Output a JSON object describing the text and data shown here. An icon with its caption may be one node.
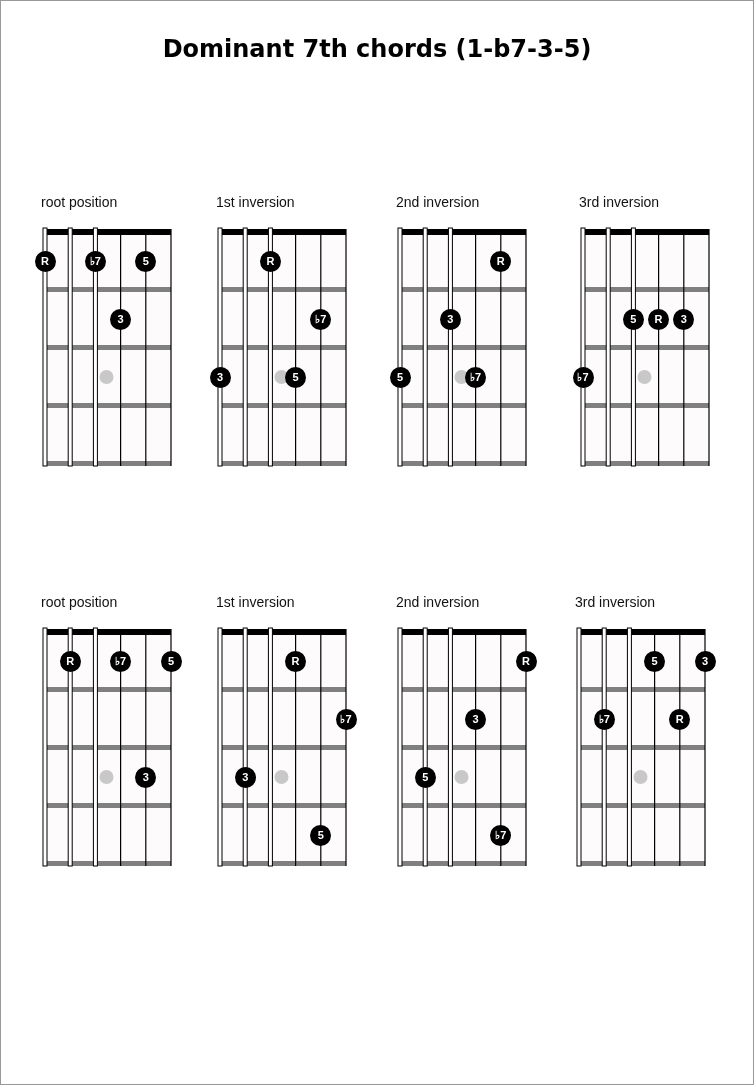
{
  "diagram": {
    "title": "Dominant 7th chords (1-b7-3-5)",
    "nodes": [
      {
        "text": [
          "root position"
        ]
      },
      {
        "text": [
          "R"
        ],
        "in": 0
      },
      {
        "text": [
          "♭7"
        ],
        "in": 0
      },
      {
        "text": [
          "5"
        ],
        "in": 0
      },
      {
        "text": [
          "3"
        ],
        "in": 0
      },
      {
        "text": [
          "1st inversion"
        ]
      },
      {
        "text": [
          "R"
        ],
        "in": 5
      },
      {
        "text": [
          "♭7"
        ],
        "in": 5
      },
      {
        "text": [
          "3"
        ],
        "in": 5
      },
      {
        "text": [
          "5"
        ],
        "in": 5
      },
      {
        "text": [
          "2nd inversion"
        ]
      },
      {
        "text": [
          "R"
        ],
        "in": 10
      },
      {
        "text": [
          "3"
        ],
        "in": 10
      },
      {
        "text": [
          "5"
        ],
        "in": 10
      },
      {
        "text": [
          "♭7"
        ],
        "in": 10
      },
      {
        "text": [
          "3rd inversion"
        ]
      },
      {
        "text": [
          "5"
        ],
        "in": 15
      },
      {
        "text": [
          "R"
        ],
        "in": 15
      },
      {
        "text": [
          "3"
        ],
        "in": 15
      },
      {
        "text": [
          "♭7"
        ],
        "in": 15
      },
      {
        "text": [
          "root position"
        ]
      },
      {
        "text": [
          "R"
        ],
        "in": 20
      },
      {
        "text": [
          "♭7"
        ],
        "in": 20
      },
      {
        "text": [
          "5"
        ],
        "in": 20
      },
      {
        "text": [
          "3"
        ],
        "in": 20
      },
      {
        "text": [
          "1st inversion"
        ]
      },
      {
        "text": [
          "R"
        ],
        "in": 25
      },
      {
        "text": [
          "♭7"
        ],
        "in": 25
      },
      {
        "text": [
          "3"
        ],
        "in": 25
      },
      {
        "text": [
          "5"
        ],
        "in": 25
      },
      {
        "text": [
          "2nd inversion"
        ]
      },
      {
        "text": [
          "R"
        ],
        "in": 30
      },
      {
        "text": [
          "3"
        ],
        "in": 30
      },
      {
        "text": [
          "5"
        ],
        "in": 30
      },
      {
        "text": [
          "♭7"
        ],
        "in": 30
      },
      {
        "text": [
          "3rd inversion"
        ]
      },
      {
        "text": [
          "5"
        ],
        "in": 35
      },
      {
        "text": [
          "3"
        ],
        "in": 35
      },
      {
        "text": [
          "♭7"
        ],
        "in": 35
      },
      {
        "text": [
          "R"
        ],
        "in": 35
      }
    ]
  }
}
